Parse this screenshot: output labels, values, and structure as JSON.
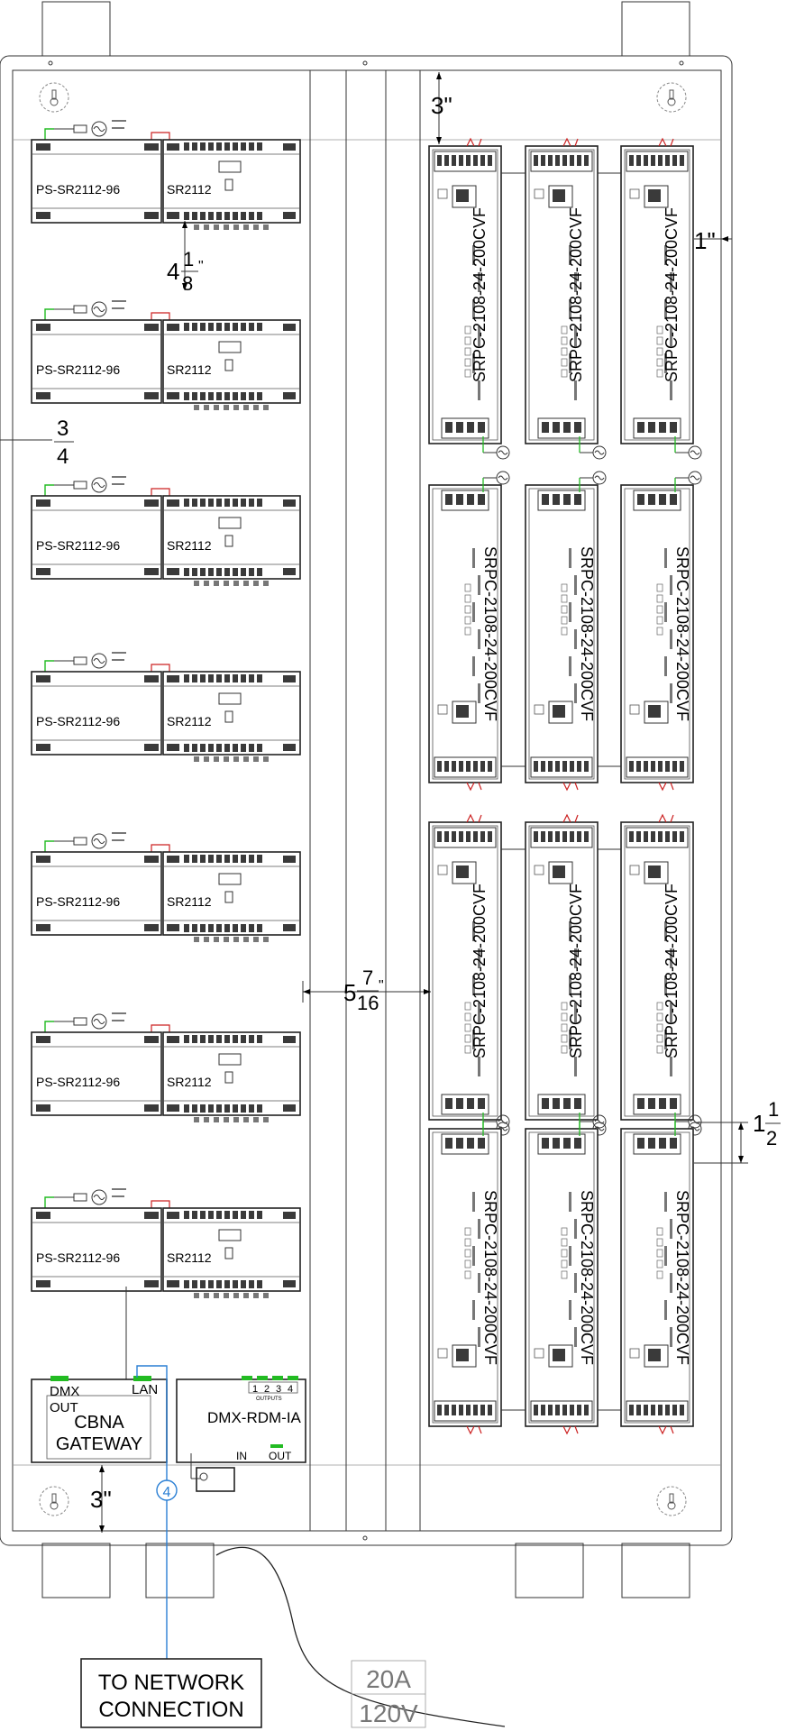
{
  "left_modules": [
    {
      "ps_label": "PS-SR2112-96",
      "sr_label": "SR2112"
    },
    {
      "ps_label": "PS-SR2112-96",
      "sr_label": "SR2112"
    },
    {
      "ps_label": "PS-SR2112-96",
      "sr_label": "SR2112"
    },
    {
      "ps_label": "PS-SR2112-96",
      "sr_label": "SR2112"
    },
    {
      "ps_label": "PS-SR2112-96",
      "sr_label": "SR2112"
    },
    {
      "ps_label": "PS-SR2112-96",
      "sr_label": "SR2112"
    },
    {
      "ps_label": "PS-SR2112-96",
      "sr_label": "SR2112"
    }
  ],
  "drivers": {
    "label": "SRPC-2108-24-200CVF",
    "rows": 4,
    "columns": 3
  },
  "gateway": {
    "dmx_label": "DMX",
    "out_label": "OUT",
    "lan_label": "LAN",
    "name_line1": "CBNA",
    "name_line2": "GATEWAY"
  },
  "dmx_rdm": {
    "name": "DMX-RDM-IA",
    "outputs_label": "OUTPUTS",
    "ports": [
      "1",
      "2",
      "3",
      "4"
    ],
    "in_label": "IN",
    "out_label": "OUT"
  },
  "network_tag": "4",
  "network_box": {
    "line1": "TO NETWORK",
    "line2": "CONNECTION"
  },
  "power_box": {
    "line1": "20A",
    "line2": "120V"
  },
  "dimensions": {
    "top_clearance": "3\"",
    "module_gap_whole": "4",
    "module_gap_num": "1",
    "module_gap_den": "8",
    "left_margin_num": "3",
    "left_margin_den": "4",
    "driver_side": "1\"",
    "center_gap_whole": "5",
    "center_gap_num": "7",
    "center_gap_den": "16",
    "driver_gap_whole": "1",
    "driver_gap_num": "1",
    "driver_gap_den": "2",
    "bottom_clearance": "3\""
  },
  "colors": {
    "line": "#222222",
    "green": "#22bb22",
    "red": "#cc2222",
    "blue": "#2a7fd4"
  }
}
